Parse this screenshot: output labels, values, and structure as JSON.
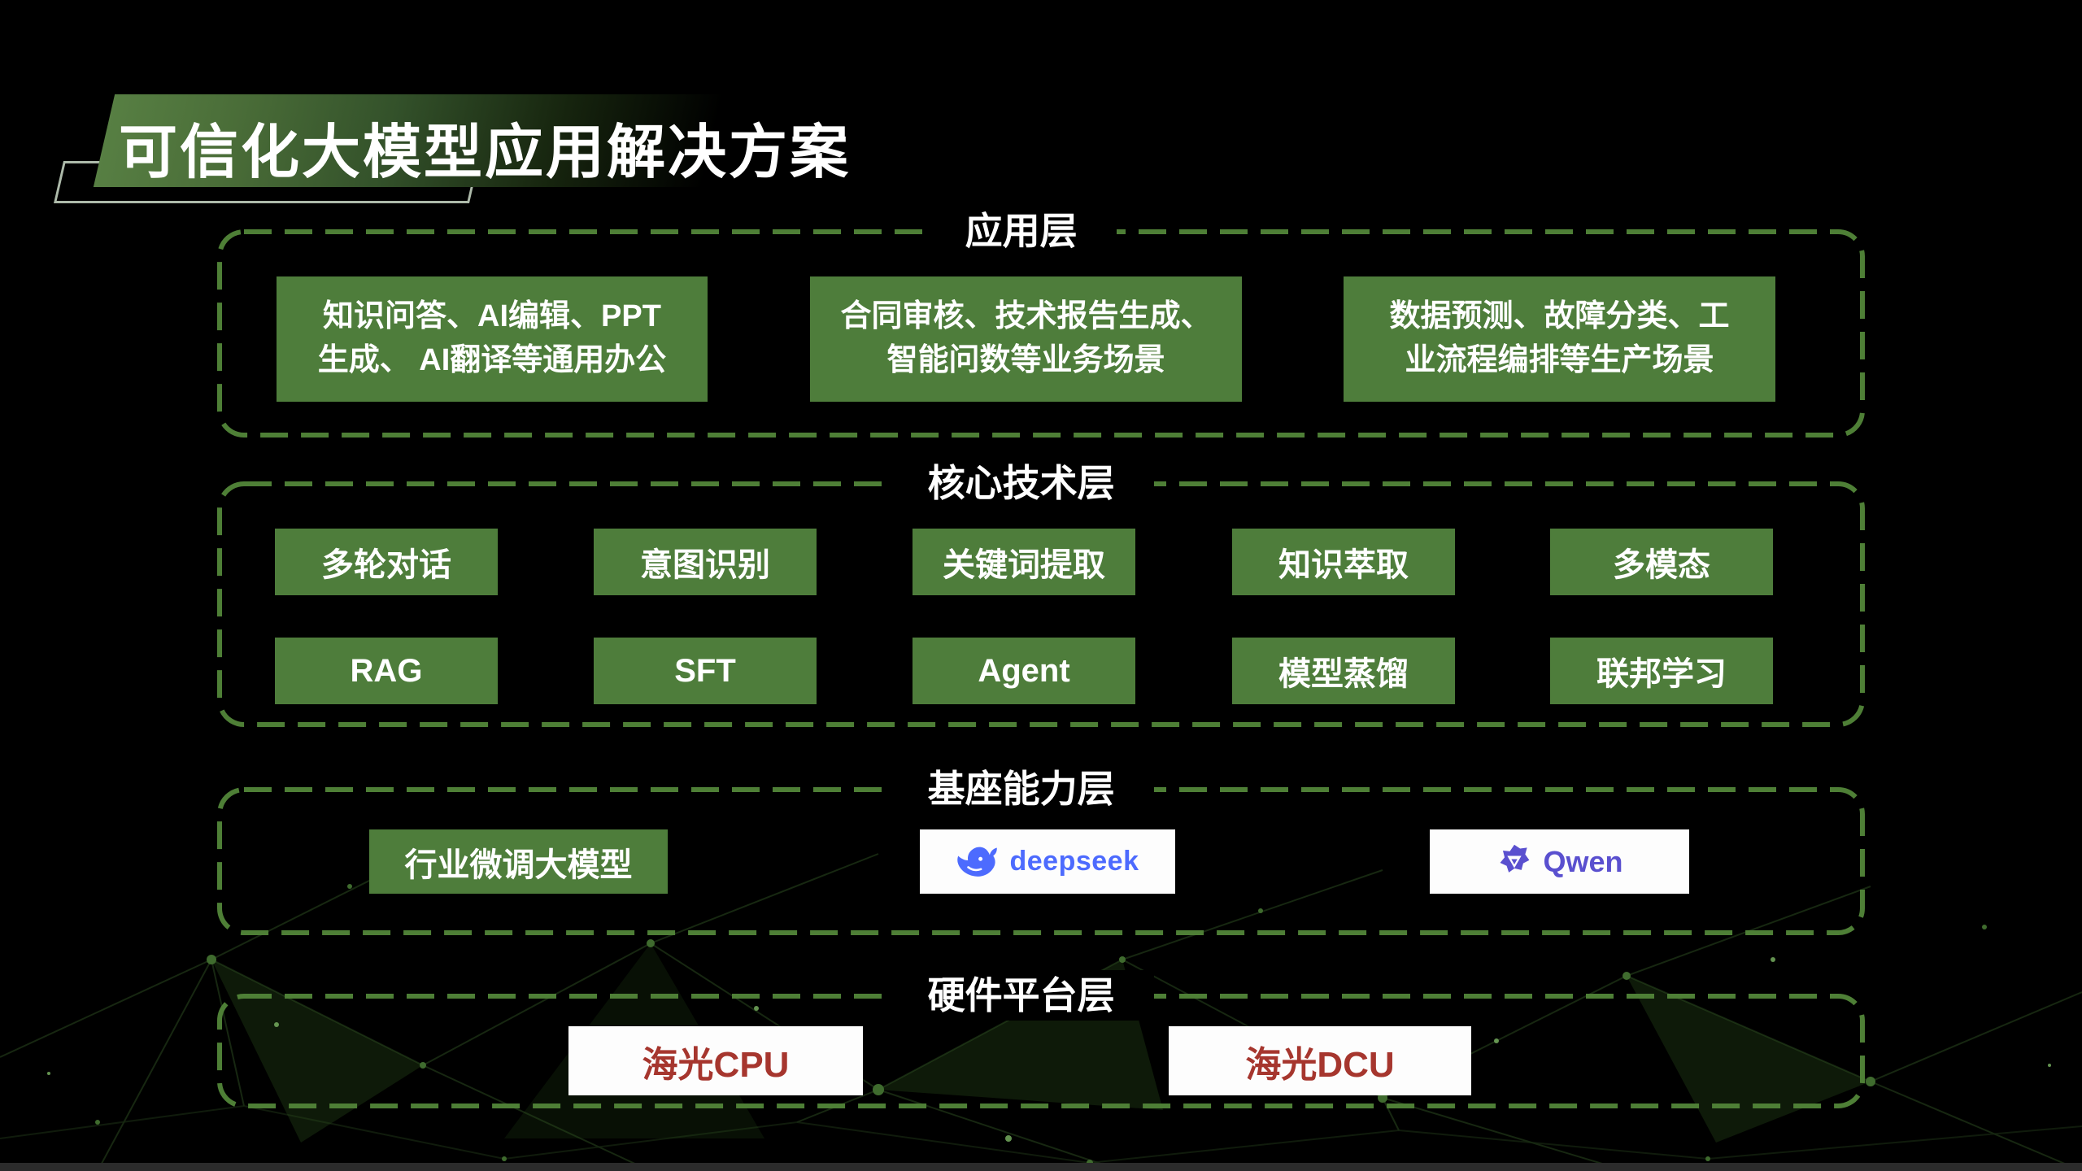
{
  "title": "可信化大模型应用解决方案",
  "layers": {
    "application": {
      "label": "应用层",
      "boxes": [
        {
          "lines": [
            "知识问答、AI编辑、PPT",
            "生成、 AI翻译等通用办公"
          ]
        },
        {
          "lines": [
            "合同审核、技术报告生成、",
            "智能问数等业务场景"
          ]
        },
        {
          "lines": [
            "数据预测、故障分类、工",
            "业流程编排等生产场景"
          ]
        }
      ]
    },
    "core_tech": {
      "label": "核心技术层",
      "row1": [
        "多轮对话",
        "意图识别",
        "关键词提取",
        "知识萃取",
        "多模态"
      ],
      "row2": [
        "RAG",
        "SFT",
        "Agent",
        "模型蒸馏",
        "联邦学习"
      ]
    },
    "foundation": {
      "label": "基座能力层",
      "green_box": "行业微调大模型",
      "deepseek_label": "deepseek",
      "qwen_label": "Qwen"
    },
    "hardware": {
      "label": "硬件平台层",
      "boxes": [
        "海光CPU",
        "海光DCU"
      ]
    }
  },
  "colors": {
    "box_green": "#4e7d3b",
    "dashed_border_green": "#4e7f36",
    "title_banner_green": "#577f43",
    "deepseek_blue": "#4d6bfe",
    "qwen_purple": "#5a50cf",
    "hygon_red": "#a6362e",
    "background": "#000000",
    "text_white": "#ffffff"
  }
}
